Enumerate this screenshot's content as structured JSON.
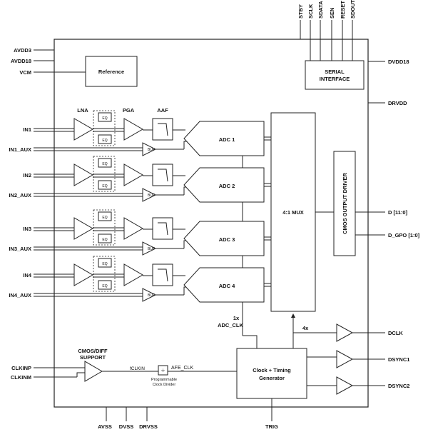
{
  "pins_top": [
    "STBY",
    "SCLK",
    "SDATA",
    "SEN",
    "RESET",
    "SDOUT"
  ],
  "pins_left": {
    "avdd3": "AVDD3",
    "avdd18": "AVDD18",
    "vcm": "VCM",
    "in1": "IN1",
    "in1_aux": "IN1_AUX",
    "in2": "IN2",
    "in2_aux": "IN2_AUX",
    "in3": "IN3",
    "in3_aux": "IN3_AUX",
    "in4": "IN4",
    "in4_aux": "IN4_AUX",
    "clkinp": "CLKINP",
    "clkinm": "CLKINM"
  },
  "pins_right": {
    "dvdd18": "DVDD18",
    "drvdd": "DRVDD",
    "d": "D [11:0]",
    "d_gpo": "D_GPO [1:0]",
    "dclk": "DCLK",
    "dsync1": "DSYNC1",
    "dsync2": "DSYNC2"
  },
  "pins_bottom": [
    "AVSS",
    "DVSS",
    "DRVSS",
    "TRIG"
  ],
  "blocks": {
    "reference": "Reference",
    "serial_interface": [
      "SERIAL",
      "INTERFACE"
    ],
    "adcs": [
      "ADC 1",
      "ADC 2",
      "ADC 3",
      "ADC 4"
    ],
    "mux": "4:1 MUX",
    "cmos_driver": "CMOS OUTPUT DRIVER",
    "clock_gen": [
      "Clock + Timing",
      "Generator"
    ],
    "eq": "EQ",
    "buf": "BUF"
  },
  "stage_labels": {
    "lna": "LNA",
    "pga": "PGA",
    "aaf": "AAF"
  },
  "annotations": {
    "cmos_diff": [
      "CMOS/DIFF",
      "SUPPORT"
    ],
    "fclkin": "fCLKIN",
    "afe_clk": "AFE_CLK",
    "div_symbol": "÷",
    "prog_divider": [
      "Programmable",
      "Clock Divider"
    ],
    "one_x": "1x",
    "adc_clk": "ADC_CLK",
    "four_x": "4x"
  }
}
